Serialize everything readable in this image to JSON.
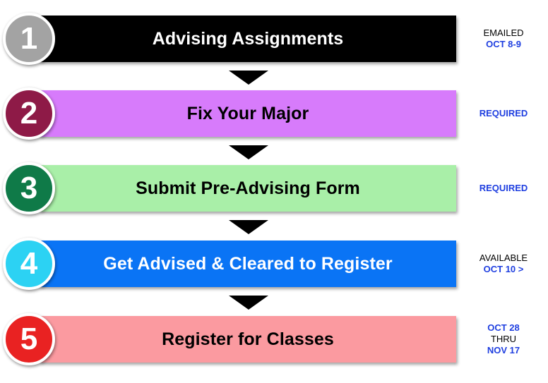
{
  "steps": [
    {
      "number": "1",
      "label": "Advising Assignments",
      "bar_color": "#000000",
      "text_color": "#ffffff",
      "circle_color": "#a3a3a3",
      "side": [
        {
          "text": "EMAILED",
          "style": "plain"
        },
        {
          "text": "OCT 8-9",
          "style": "blue"
        }
      ]
    },
    {
      "number": "2",
      "label": "Fix Your Major",
      "bar_color": "#d77bfb",
      "text_color": "#000000",
      "circle_color": "#8e1a47",
      "side": [
        {
          "text": "REQUIRED",
          "style": "blue"
        }
      ]
    },
    {
      "number": "3",
      "label": "Submit Pre-Advising Form",
      "bar_color": "#a9efa8",
      "text_color": "#000000",
      "circle_color": "#0f7a48",
      "side": [
        {
          "text": "REQUIRED",
          "style": "blue"
        }
      ]
    },
    {
      "number": "4",
      "label": "Get Advised & Cleared to Register",
      "bar_color": "#0a74f5",
      "text_color": "#ffffff",
      "circle_color": "#2cd2f3",
      "side": [
        {
          "text": "AVAILABLE",
          "style": "plain"
        },
        {
          "text": "OCT 10 >",
          "style": "blue"
        }
      ]
    },
    {
      "number": "5",
      "label": "Register for Classes",
      "bar_color": "#fb9aa0",
      "text_color": "#000000",
      "circle_color": "#e92222",
      "side": [
        {
          "text": "OCT 28",
          "style": "blue"
        },
        {
          "text": "THRU",
          "style": "plain"
        },
        {
          "text": "NOV 17",
          "style": "blue"
        }
      ]
    }
  ]
}
